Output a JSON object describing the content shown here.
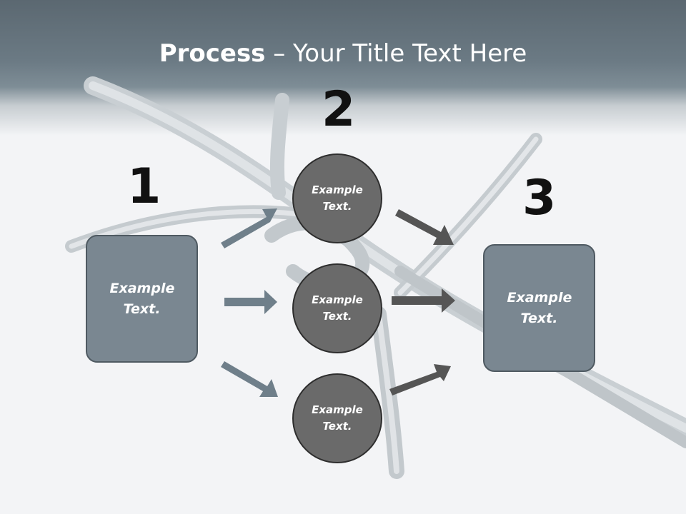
{
  "slide": {
    "title_bold": "Process",
    "title_rest": " – Your Title Text Here"
  },
  "steps": [
    {
      "number": "1"
    },
    {
      "number": "2"
    },
    {
      "number": "3"
    }
  ],
  "left_box": {
    "line1": "Example",
    "line2": "Text."
  },
  "right_box": {
    "line1": "Example",
    "line2": "Text."
  },
  "circles": [
    {
      "line1": "Example",
      "line2": "Text."
    },
    {
      "line1": "Example",
      "line2": "Text."
    },
    {
      "line1": "Example",
      "line2": "Text."
    }
  ],
  "colors": {
    "header": "#6b7a84",
    "box_fill": "#7a8791",
    "circle_fill": "#6a6a6a",
    "arrow_left": "#6f7f8a",
    "arrow_right": "#555555"
  }
}
